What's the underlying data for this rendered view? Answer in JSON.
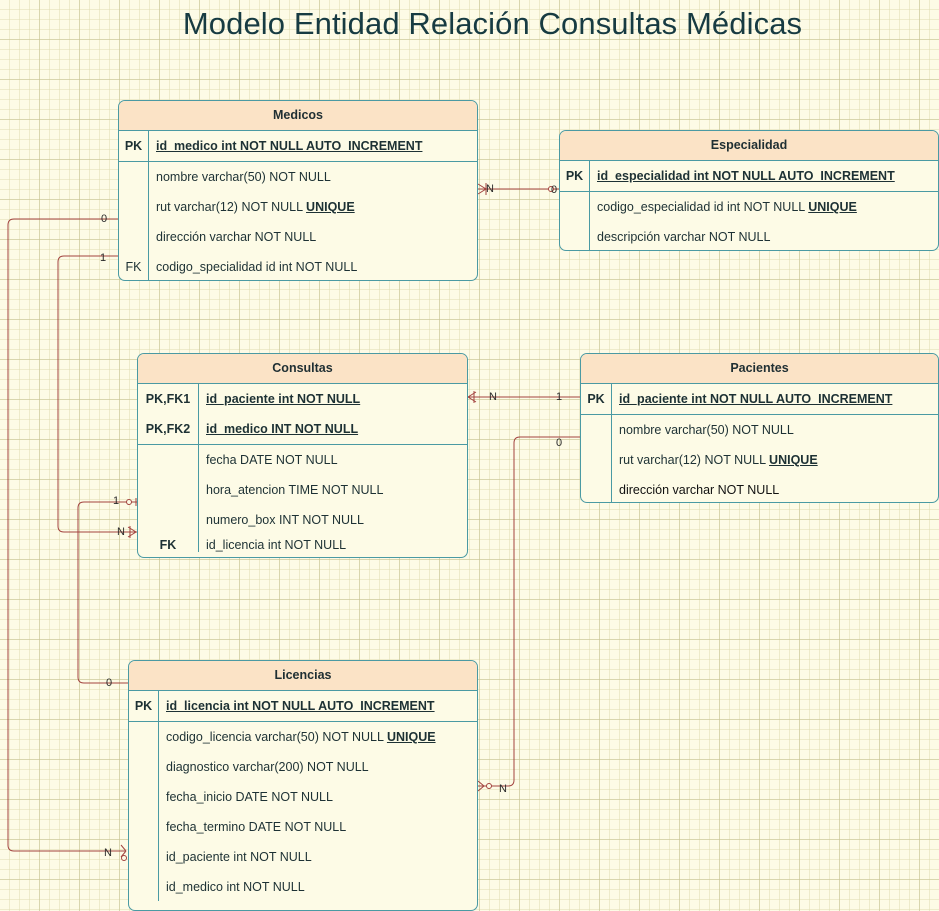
{
  "title": "Modelo Entidad Relación Consultas Médicas",
  "entities": {
    "medicos": {
      "name": "Medicos",
      "pk": [
        {
          "key": "PK",
          "field": "id_medico int NOT NULL AUTO_INCREMENT"
        }
      ],
      "fields": [
        {
          "key": "",
          "field": "nombre varchar(50) NOT NULL",
          "suffix": ""
        },
        {
          "key": "",
          "field": "rut varchar(12) NOT NULL ",
          "suffix": "UNIQUE"
        },
        {
          "key": "",
          "field": "dirección varchar NOT NULL",
          "suffix": ""
        },
        {
          "key": "FK",
          "field": "codigo_specialidad id int NOT NULL",
          "suffix": ""
        }
      ]
    },
    "especialidad": {
      "name": "Especialidad",
      "pk": [
        {
          "key": "PK",
          "field": "id_especialidad int NOT NULL AUTO_INCREMENT"
        }
      ],
      "fields": [
        {
          "key": "",
          "field": "codigo_especialidad id int NOT NULL ",
          "suffix": "UNIQUE"
        },
        {
          "key": "",
          "field": "descripción varchar NOT NULL",
          "suffix": ""
        }
      ]
    },
    "consultas": {
      "name": "Consultas",
      "pk": [
        {
          "key": "PK,FK1",
          "field": "id_paciente int NOT NULL"
        },
        {
          "key": "PK,FK2",
          "field": "id_medico INT NOT NULL"
        }
      ],
      "fields": [
        {
          "key": "",
          "field": "fecha DATE NOT NULL",
          "suffix": ""
        },
        {
          "key": "",
          "field": "hora_atencion TIME NOT NULL",
          "suffix": ""
        },
        {
          "key": "",
          "field": "numero_box INT NOT NULL",
          "suffix": ""
        },
        {
          "key": "FK",
          "field": "id_licencia int NOT NULL",
          "suffix": ""
        }
      ]
    },
    "pacientes": {
      "name": "Pacientes",
      "pk": [
        {
          "key": "PK",
          "field": "id_paciente int NOT NULL AUTO_INCREMENT"
        }
      ],
      "fields": [
        {
          "key": "",
          "field": "nombre varchar(50) NOT NULL",
          "suffix": ""
        },
        {
          "key": "",
          "field": "rut varchar(12) NOT NULL ",
          "suffix": "UNIQUE"
        },
        {
          "key": "",
          "field": "dirección varchar NOT NULL",
          "suffix": ""
        }
      ]
    },
    "licencias": {
      "name": "Licencias",
      "pk": [
        {
          "key": "PK",
          "field": "id_licencia int NOT NULL AUTO_INCREMENT"
        }
      ],
      "fields": [
        {
          "key": "",
          "field": "codigo_licencia varchar(50) NOT NULL ",
          "suffix": "UNIQUE"
        },
        {
          "key": "",
          "field": "diagnostico varchar(200) NOT NULL",
          "suffix": ""
        },
        {
          "key": "",
          "field": "fecha_inicio DATE NOT NULL",
          "suffix": ""
        },
        {
          "key": "",
          "field": "fecha_termino DATE NOT NULL",
          "suffix": ""
        },
        {
          "key": "",
          "field": "id_paciente int NOT NULL",
          "suffix": ""
        },
        {
          "key": "",
          "field": "id_medico int NOT NULL",
          "suffix": ""
        }
      ]
    }
  },
  "cardinality": {
    "med_esp_many": "N",
    "med_esp_zero": "0",
    "med_lic_zero": "0",
    "med_con_one": "1",
    "con_med_many": "N",
    "con_pac_many": "N",
    "pac_con_one": "1",
    "pac_lic_zero": "0",
    "lic_pac_many": "N",
    "con_lic_one": "1",
    "lic_con_zero": "0",
    "lic_med_many": "N"
  },
  "colors": {
    "entity_border": "#4a9aa3",
    "entity_header": "#fbe3c6",
    "relation_line": "#a2433f"
  }
}
